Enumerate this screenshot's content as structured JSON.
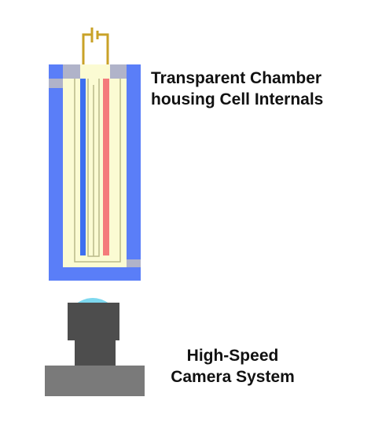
{
  "labels": {
    "chamber_line1": "Transparent Chamber",
    "chamber_line2": "housing Cell Internals",
    "camera_line1": "High-Speed",
    "camera_line2": "Camera System"
  },
  "colors": {
    "chamber_wall": "#5a7ef8",
    "chamber_interior": "#fbfbd3",
    "cell_outline": "#b9b98a",
    "seal_gray": "#b0b3c9",
    "electrode_blue": "#3e6ff0",
    "electrode_red": "#f47b7b",
    "wire_gold": "#c9a227",
    "lens": "#7dd8ef",
    "camera_body": "#4d4d4d",
    "camera_base": "#7a7a7a"
  }
}
